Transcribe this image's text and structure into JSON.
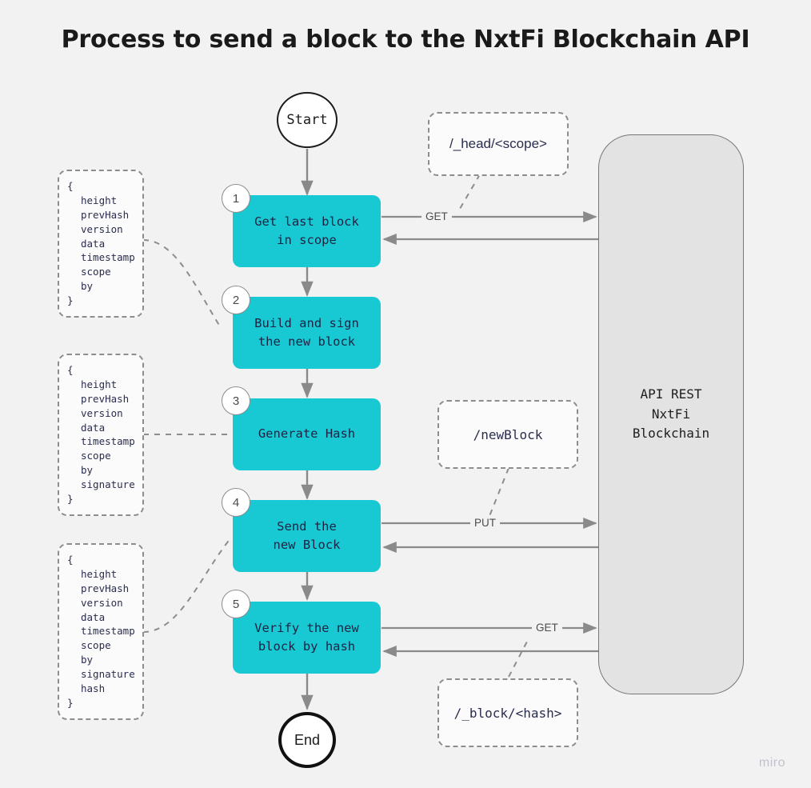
{
  "title": "Process to send a block to the NxtFi Blockchain API",
  "watermark": "miro",
  "terminators": {
    "start": "Start",
    "end": "End"
  },
  "steps": [
    {
      "number": "1",
      "label": "Get last block\nin scope"
    },
    {
      "number": "2",
      "label": "Build and sign\nthe new block"
    },
    {
      "number": "3",
      "label": "Generate Hash"
    },
    {
      "number": "4",
      "label": "Send the\nnew Block"
    },
    {
      "number": "5",
      "label": "Verify the new\nblock by hash"
    }
  ],
  "payloads": [
    {
      "open": "{",
      "close": "}",
      "fields": [
        "height",
        "prevHash",
        "version",
        "data",
        "timestamp",
        "scope",
        "by"
      ]
    },
    {
      "open": "{",
      "close": "}",
      "fields": [
        "height",
        "prevHash",
        "version",
        "data",
        "timestamp",
        "scope",
        "by",
        "signature"
      ]
    },
    {
      "open": "{",
      "close": "}",
      "fields": [
        "height",
        "prevHash",
        "version",
        "data",
        "timestamp",
        "scope",
        "by",
        "signature",
        "hash"
      ]
    }
  ],
  "endpoints": [
    {
      "path": "/_head/<scope>"
    },
    {
      "path": "/newBlock"
    },
    {
      "path": "/_block/<hash>"
    }
  ],
  "verbs": [
    {
      "method": "GET"
    },
    {
      "method": "PUT"
    },
    {
      "method": "GET"
    }
  ],
  "api_panel": {
    "label": "API REST\nNxtFi\nBlockchain"
  },
  "colors": {
    "step_fill": "#18c9d4",
    "step_text": "#1f2242",
    "canvas_bg": "#f2f2f2",
    "panel_fill": "#e3e3e3",
    "connector": "#8a8a8a",
    "dashed_border": "#8d8d8d"
  }
}
